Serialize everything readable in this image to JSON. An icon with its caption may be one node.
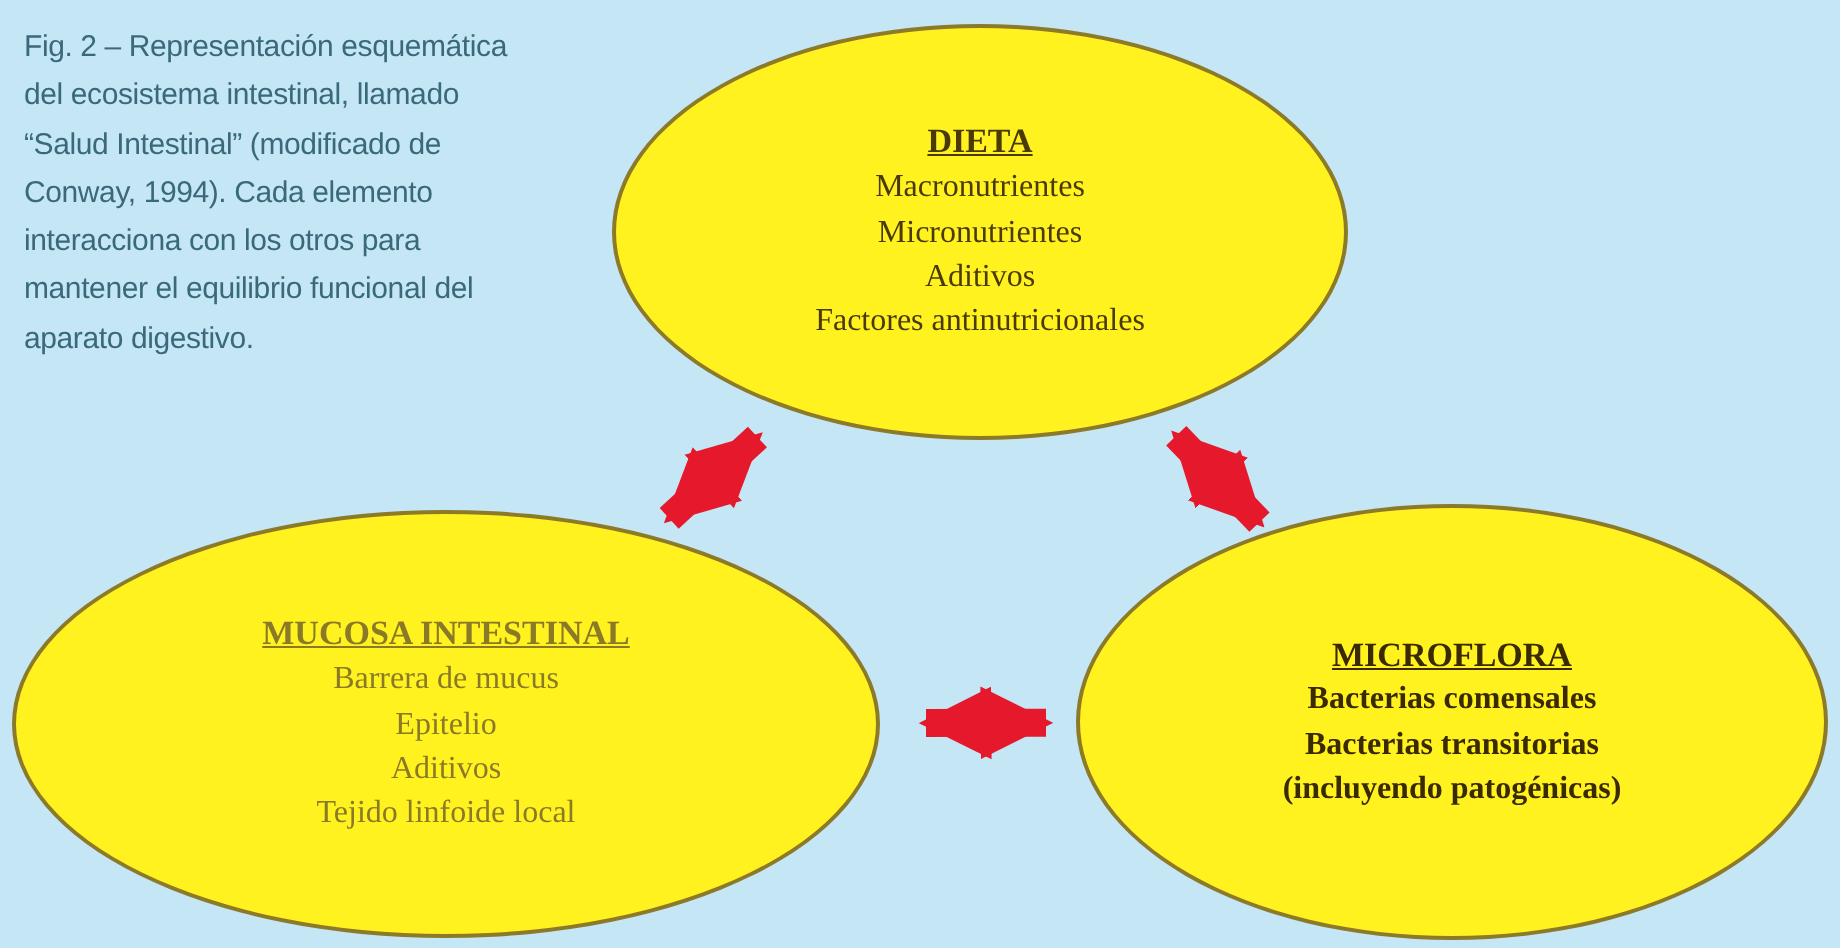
{
  "diagram": {
    "caption": "Fig. 2 – Representación esquemática del ecosistema intestinal, llamado “Salud Intestinal” (modificado de Conway, 1994). Cada elemento interacciona con los otros para mantener el equilibrio funcional del aparato digestivo.",
    "nodes": [
      {
        "text": [
          "DIETA",
          "Macronutrientes",
          "Micronutrientes",
          "Aditivos",
          "Factores antinutricionales"
        ]
      },
      {
        "text": [
          "MUCOSA INTESTINAL",
          "Barrera de mucus",
          "Epitelio",
          "Aditivos",
          "Tejido linfoide local"
        ]
      },
      {
        "text": [
          "MICROFLORA",
          "Bacterias comensales",
          "Bacterias transitorias (incluyendo patogénicas)"
        ]
      }
    ],
    "edges": [
      {
        "from": 0,
        "to": 1,
        "arrow": "both"
      },
      {
        "from": 0,
        "to": 2,
        "arrow": "both"
      },
      {
        "from": 1,
        "to": 2,
        "arrow": "both"
      }
    ]
  }
}
